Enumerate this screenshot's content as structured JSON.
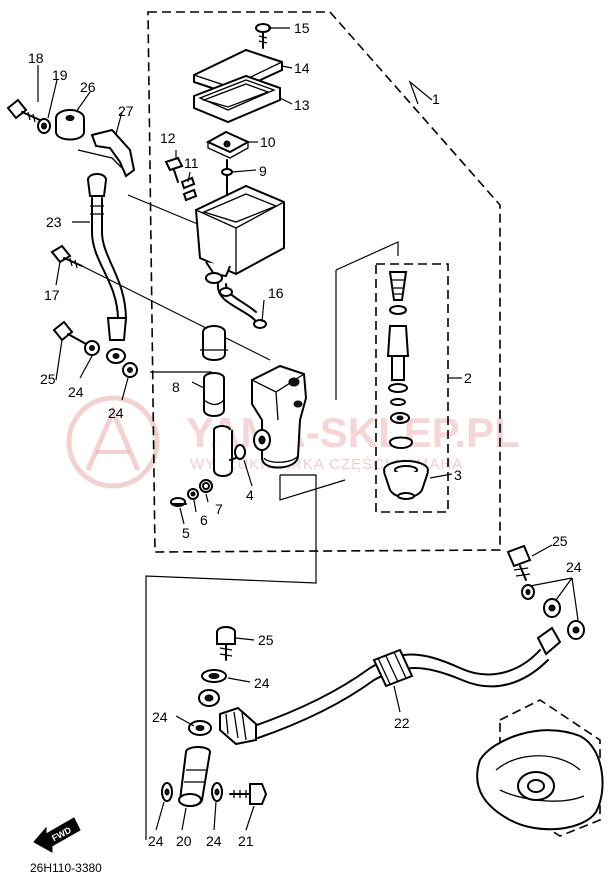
{
  "watermark": {
    "main": "YAMA-SKLEP.PL",
    "sub": "WYSZUKIWARKA CZĘŚCI YAMAHA",
    "logo_icon": "yamaha-tuning-fork-logo-icon"
  },
  "drawing_code": "26H110-3380",
  "fwd_label": "FWD",
  "callouts": {
    "c1": "1",
    "c2": "2",
    "c3": "3",
    "c4": "4",
    "c5": "5",
    "c6": "6",
    "c7": "7",
    "c8": "8",
    "c9": "9",
    "c10": "10",
    "c11": "11",
    "c12": "12",
    "c13": "13",
    "c14": "14",
    "c15": "15",
    "c16": "16",
    "c17": "17",
    "c18": "18",
    "c19": "19",
    "c20": "20",
    "c21": "21",
    "c22": "22",
    "c23": "23",
    "c24": "24",
    "c25": "25",
    "c26": "26",
    "c27": "27"
  },
  "colors": {
    "line": "#000000",
    "watermark": "#e9a4a4"
  }
}
